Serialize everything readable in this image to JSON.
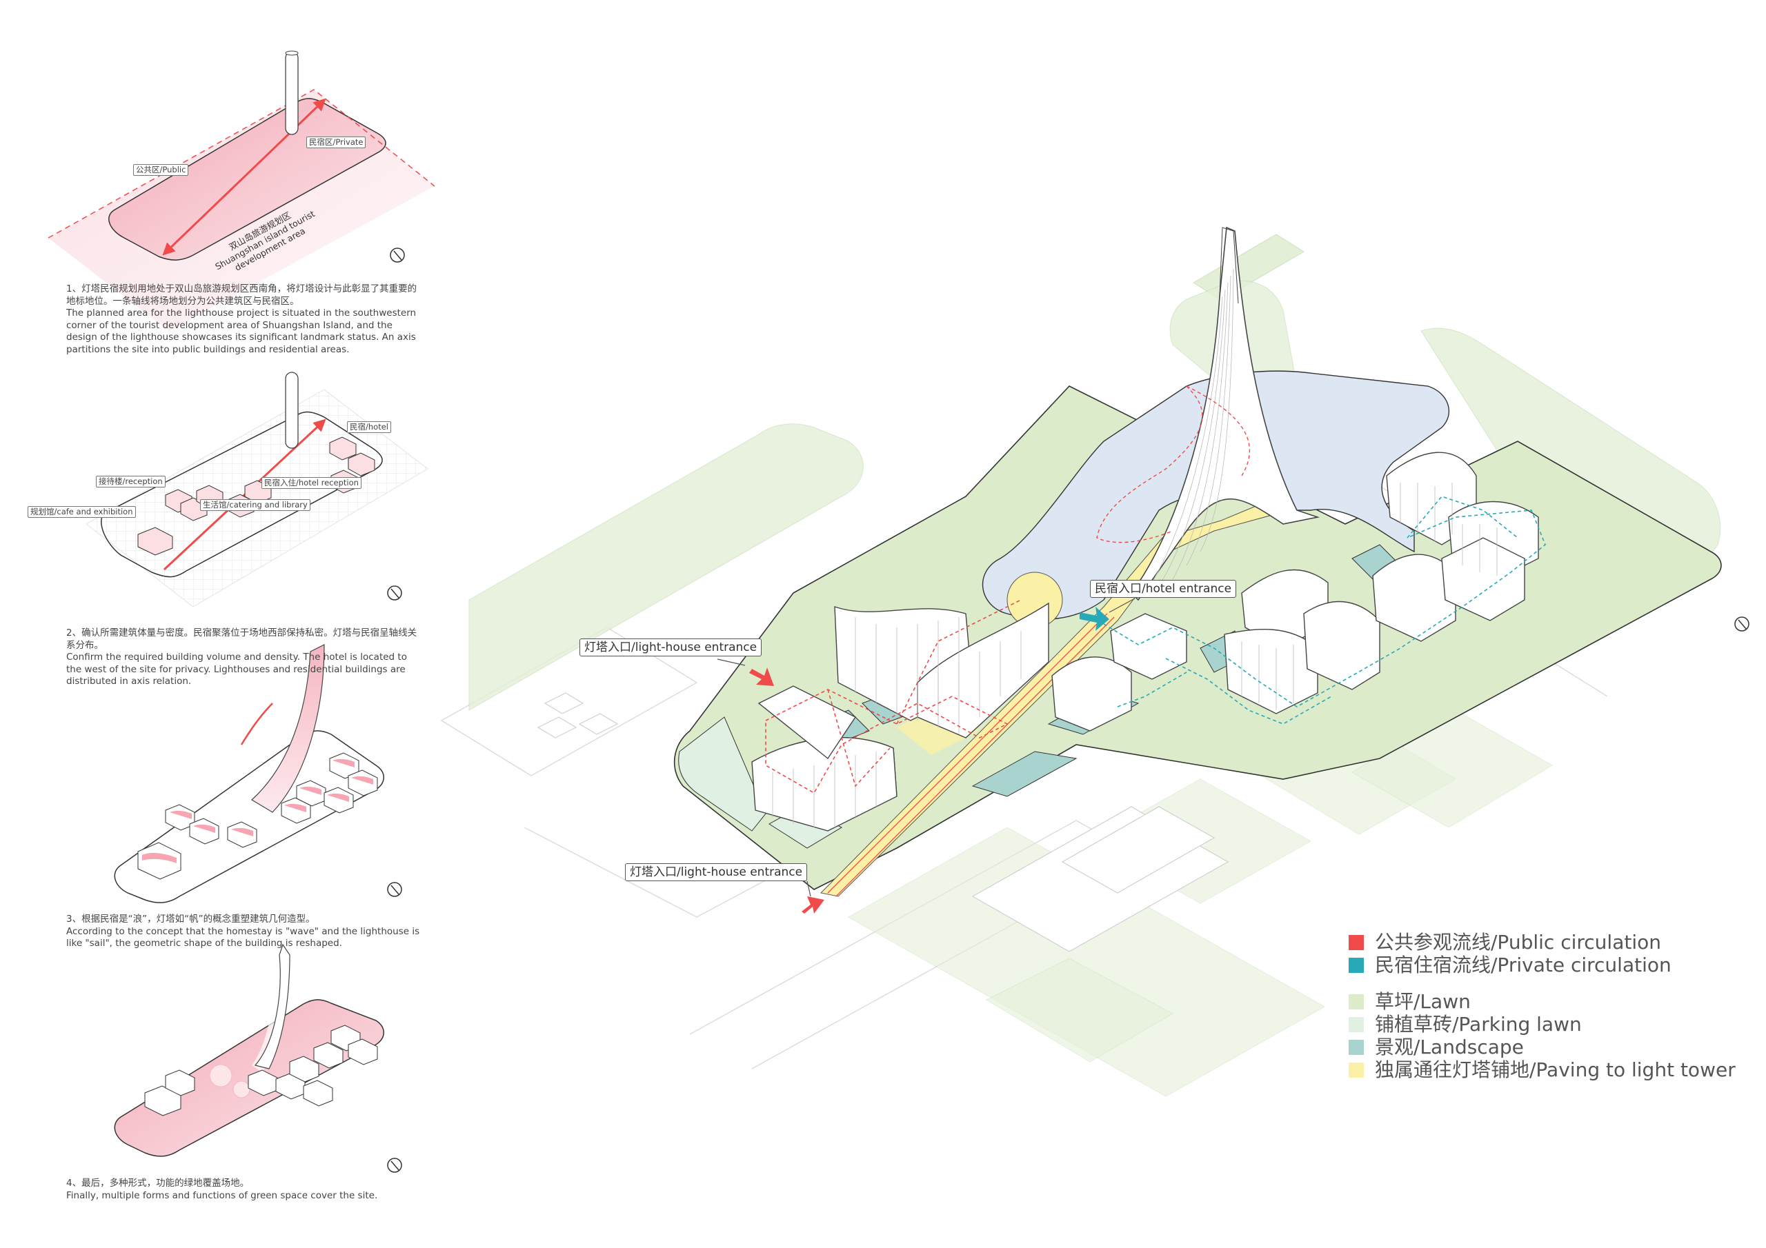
{
  "steps": [
    {
      "id": 1,
      "text_cn": "1、灯塔民宿规划用地处于双山岛旅游规划区西南角，将灯塔设计与此彰显了其重要的地标地位。一条轴线将场地划分为公共建筑区与民宿区。",
      "text_en": "The planned area for the lighthouse project is situated in the southwestern corner of the tourist development  area of Shuangshan Island, and the design of the lighthouse showcases its significant landmark status. An axis partitions the site into public buildings and residential areas.",
      "labels": {
        "public": "公共区/Public",
        "private": "民宿区/Private",
        "axis_cn": "双山岛旅游规划区",
        "axis_en": "Shuangshan island tourist",
        "axis_en2": "development area"
      }
    },
    {
      "id": 2,
      "text_cn": "2、确认所需建筑体量与密度。民宿聚落位于场地西部保持私密。灯塔与民宿呈轴线关系分布。",
      "text_en": "Confirm the required building volume and density. The hotel is located to the west of the site for privacy. Lighthouses and residential buildings are distributed in axis relation.",
      "labels": {
        "hotel": "民宿/hotel",
        "reception": "接待楼/reception",
        "hotel_reception": "民宿入住/hotel reception",
        "library": "生活馆/catering and library",
        "exhibition": "规划馆/cafe and exhibition"
      }
    },
    {
      "id": 3,
      "text_cn": "3、根据民宿是“浪”，灯塔如“帆”的概念重塑建筑几何造型。",
      "text_en": "According to the concept that the homestay is \"wave\" and the lighthouse is like \"sail\", the geometric shape of the building is reshaped."
    },
    {
      "id": 4,
      "text_cn": "4、最后，多种形式，功能的绿地覆盖场地。",
      "text_en": "Finally, multiple forms and functions of green space cover the site."
    }
  ],
  "plan": {
    "callouts": {
      "hotel_entrance": "民宿入口/hotel entrance",
      "lighthouse_entrance_1": "灯塔入口/light-house entrance",
      "lighthouse_entrance_2": "灯塔入口/light-house entrance"
    }
  },
  "legend": {
    "circulation": [
      {
        "label": "公共参观流线/Public circulation",
        "color": "#f04a4a"
      },
      {
        "label": "民宿住宿流线/Private circulation",
        "color": "#27a9b8"
      }
    ],
    "surfaces": [
      {
        "label": "草坪/Lawn",
        "color": "#dceccb"
      },
      {
        "label": "铺植草砖/Parking lawn",
        "color": "#e0f1e4"
      },
      {
        "label": "景观/Landscape",
        "color": "#a9d3ce"
      },
      {
        "label": "独属通往灯塔铺地/Paving to light tower",
        "color": "#fbf1a6"
      }
    ]
  },
  "colors": {
    "public_red": "#f04a4a",
    "private_teal": "#27a9b8",
    "lawn": "#dceccb",
    "water": "#dde7f3",
    "landscape": "#a9d3ce",
    "paving": "#fbf1a6",
    "pink": "#f6c8cf"
  }
}
